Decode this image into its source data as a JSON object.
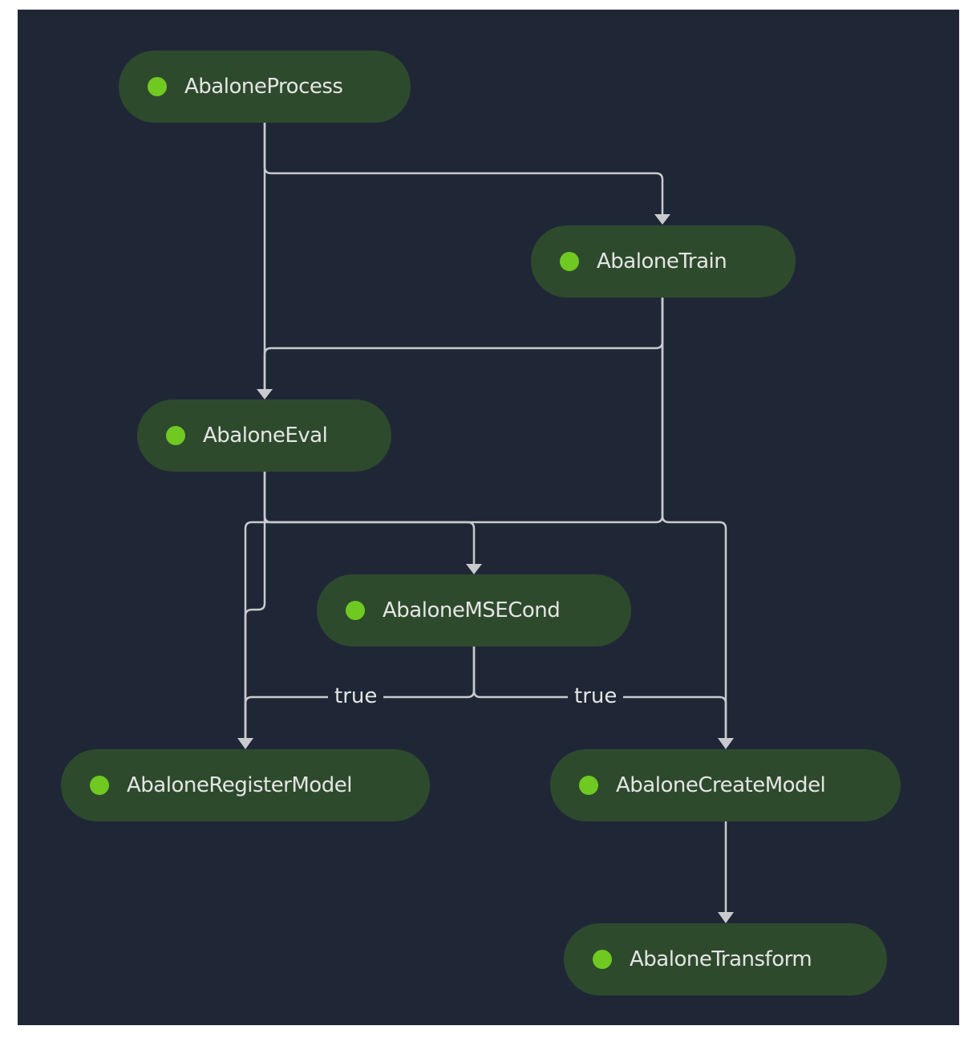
{
  "colors": {
    "background": "#1f2737",
    "node_fill": "#2e4a2d",
    "status_dot": "#6fc921",
    "edge": "#c9cacd",
    "text": "#e4e6e4"
  },
  "nodes": [
    {
      "id": "process",
      "label": "AbaloneProcess",
      "status": "succeeded"
    },
    {
      "id": "train",
      "label": "AbaloneTrain",
      "status": "succeeded"
    },
    {
      "id": "eval",
      "label": "AbaloneEval",
      "status": "succeeded"
    },
    {
      "id": "msecond",
      "label": "AbaloneMSECond",
      "status": "succeeded"
    },
    {
      "id": "register",
      "label": "AbaloneRegisterModel",
      "status": "succeeded"
    },
    {
      "id": "createmodel",
      "label": "AbaloneCreateModel",
      "status": "succeeded"
    },
    {
      "id": "transform",
      "label": "AbaloneTransform",
      "status": "succeeded"
    }
  ],
  "edges": [
    {
      "from": "process",
      "to": "train"
    },
    {
      "from": "process",
      "to": "eval"
    },
    {
      "from": "train",
      "to": "eval"
    },
    {
      "from": "eval",
      "to": "msecond"
    },
    {
      "from": "eval",
      "to": "register"
    },
    {
      "from": "train",
      "to": "register"
    },
    {
      "from": "train",
      "to": "createmodel"
    },
    {
      "from": "msecond",
      "to": "register",
      "label": "true"
    },
    {
      "from": "msecond",
      "to": "createmodel",
      "label": "true"
    },
    {
      "from": "createmodel",
      "to": "transform"
    }
  ]
}
